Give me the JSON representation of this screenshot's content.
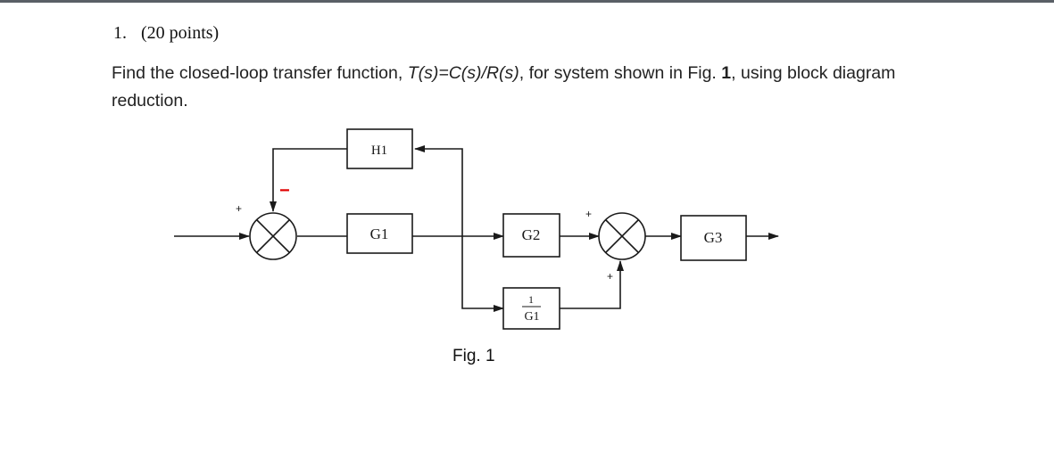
{
  "question": {
    "number": "1.",
    "points": "(20 points)",
    "text": {
      "prefix": "Find the closed-loop transfer function, ",
      "tf": "T(s)=C(s)/R(s)",
      "middle": ", for system shown in Fig. ",
      "fig_ref": "1",
      "suffix": ", using block diagram reduction."
    }
  },
  "diagram": {
    "blocks": {
      "h1": "H1",
      "g1": "G1",
      "g2": "G2",
      "inv_g1_num": "1",
      "inv_g1_den": "G1",
      "g3": "G3"
    },
    "signs": {
      "sum1_plus": "+",
      "sum1_minus": "−",
      "sum2_plus_top": "+",
      "sum2_plus_bottom": "+"
    },
    "colors": {
      "line": "#1a1a1a",
      "minus_sign": "#e00000"
    }
  },
  "caption": "Fig. 1"
}
